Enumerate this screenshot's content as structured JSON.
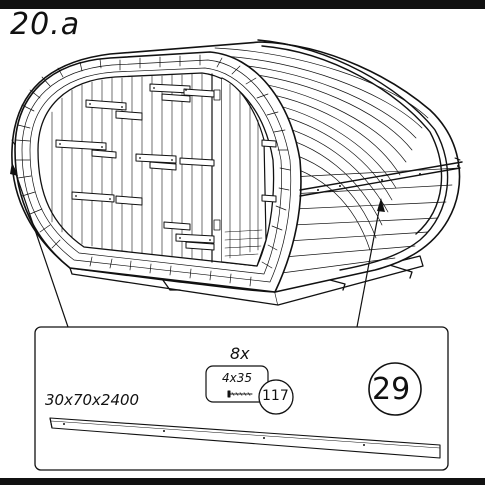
{
  "step": {
    "title": "20.a"
  },
  "parts": {
    "quantity": "8x",
    "screw_size": "4x35",
    "screw_ref": "117",
    "plank_dimensions": "30x70x2400",
    "part_number": "29"
  },
  "colors": {
    "line": "#111111",
    "background": "#ffffff"
  },
  "icons": [
    "screw-icon",
    "plank-icon",
    "barrel-sauna-drawing"
  ]
}
